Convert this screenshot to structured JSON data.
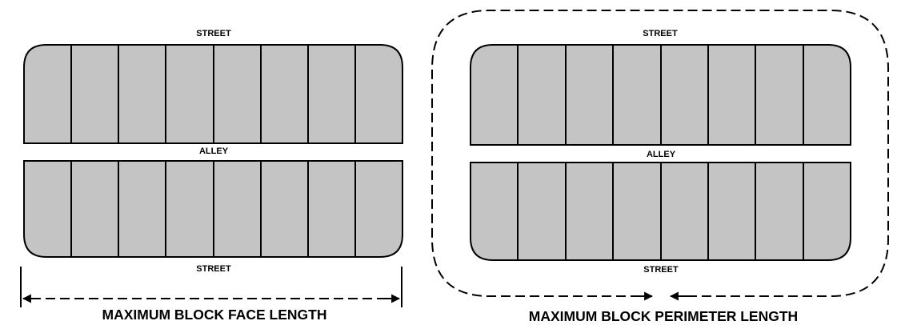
{
  "panels": [
    {
      "top_street": "STREET",
      "alley": "ALLEY",
      "bottom_street": "STREET",
      "lots_per_row": 8,
      "caption": "MAXIMUM BLOCK FACE LENGTH",
      "measure_marker": "dimension-arrow"
    },
    {
      "top_street": "STREET",
      "alley": "ALLEY",
      "bottom_street": "STREET",
      "lots_per_row": 8,
      "caption": "MAXIMUM BLOCK PERIMETER LENGTH",
      "measure_marker": "perimeter-dashed-loop"
    }
  ]
}
